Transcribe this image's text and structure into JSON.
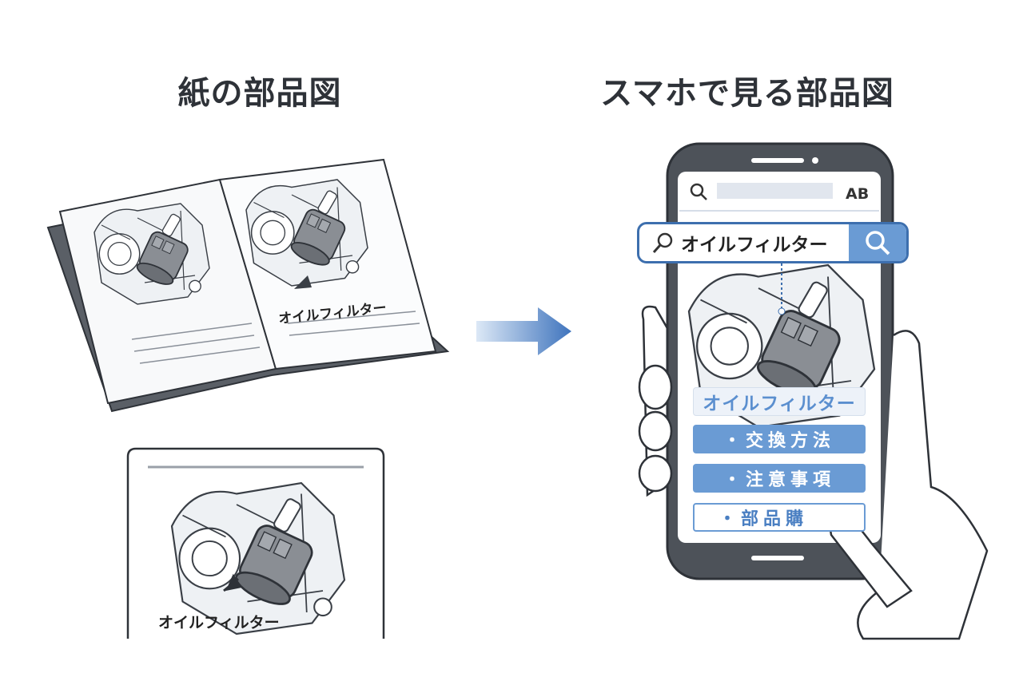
{
  "titles": {
    "paper": "紙の部品図",
    "phone": "スマホで見る部品図"
  },
  "book": {
    "label": "オイルフィルター"
  },
  "card": {
    "label": "オイルフィルター"
  },
  "phone": {
    "header_text": "AB",
    "search_query": "オイルフィルター",
    "result_title": "オイルフィルター",
    "menu": [
      "・交換方法",
      "・注意事項",
      "・部品購"
    ]
  },
  "colors": {
    "accent": "#6a9bd4",
    "accent_dark": "#3d6fae",
    "outline": "#2e3238"
  }
}
